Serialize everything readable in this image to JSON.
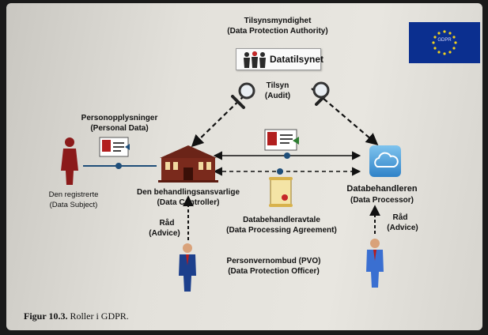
{
  "eu_flag": {
    "text": "GDPR"
  },
  "authority": {
    "title": "Tilsynsmyndighet",
    "subtitle": "(Data Protection Authority)",
    "box_label": "Datatilsynet"
  },
  "audit": {
    "label": "Tilsyn",
    "label_en": "(Audit)"
  },
  "personal_data": {
    "label": "Personopplysninger",
    "label_en": "(Personal Data)"
  },
  "data_subject": {
    "label": "Den registrerte",
    "label_en": "(Data Subject)"
  },
  "controller": {
    "label": "Den behandlingsansvarlige",
    "label_en": "(Data Controller)"
  },
  "processor": {
    "label": "Databehandleren",
    "label_en": "(Data Processor)"
  },
  "agreement": {
    "label": "Databehandleravtale",
    "label_en": "(Data Processing Agreement)"
  },
  "advice_left": {
    "label": "Råd",
    "label_en": "(Advice)"
  },
  "advice_right": {
    "label": "Råd",
    "label_en": "(Advice)"
  },
  "dpo": {
    "label": "Personvernombud (PVO)",
    "label_en": "(Data Protection Officer)"
  },
  "caption": {
    "number": "Figur 10.3.",
    "text": "Roller i GDPR."
  },
  "colors": {
    "accent": "#1f4e79",
    "person_red": "#8b1a1a",
    "suit_blue": "#1c3f8c",
    "building": "#7a2a1c",
    "eu_blue": "#0b2f8f"
  }
}
